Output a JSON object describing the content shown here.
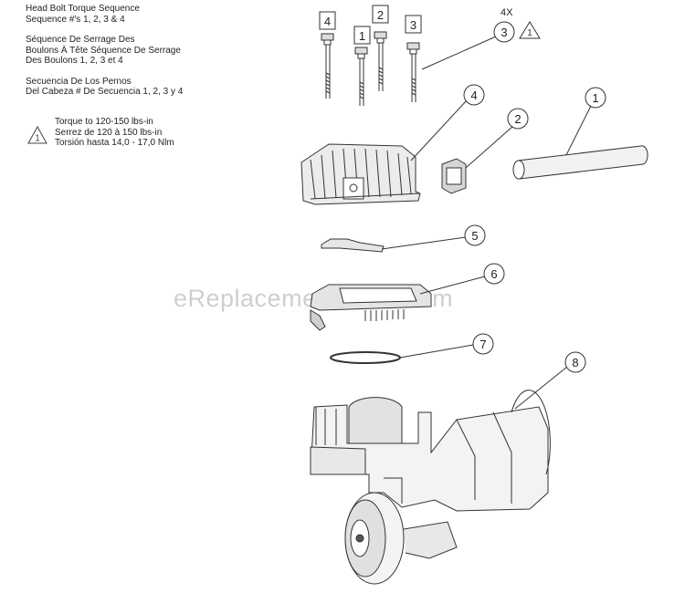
{
  "notes": {
    "english": [
      "Head Bolt Torque Sequence",
      "Sequence #'s 1, 2, 3 & 4"
    ],
    "french": [
      "Séquence De Serrage Des",
      "Boulons À Tête Séquence De Serrage",
      "Des Boulons 1, 2, 3 et 4"
    ],
    "spanish": [
      "Secuencia De Los Pernos",
      "Del Cabeza # De Secuencia 1, 2, 3 y 4"
    ],
    "torque": [
      "Torque to 120-150 lbs-in",
      "Serrez de 120 à 150 lbs-in",
      "Torsión hasta 14,0 - 17,0 Nlm"
    ]
  },
  "sequence_labels": [
    "4",
    "1",
    "2",
    "3"
  ],
  "quantity_label": "4X",
  "part_callouts": [
    "1",
    "2",
    "3",
    "4",
    "5",
    "6",
    "7",
    "8"
  ],
  "watermark": "eReplacementParts.com"
}
